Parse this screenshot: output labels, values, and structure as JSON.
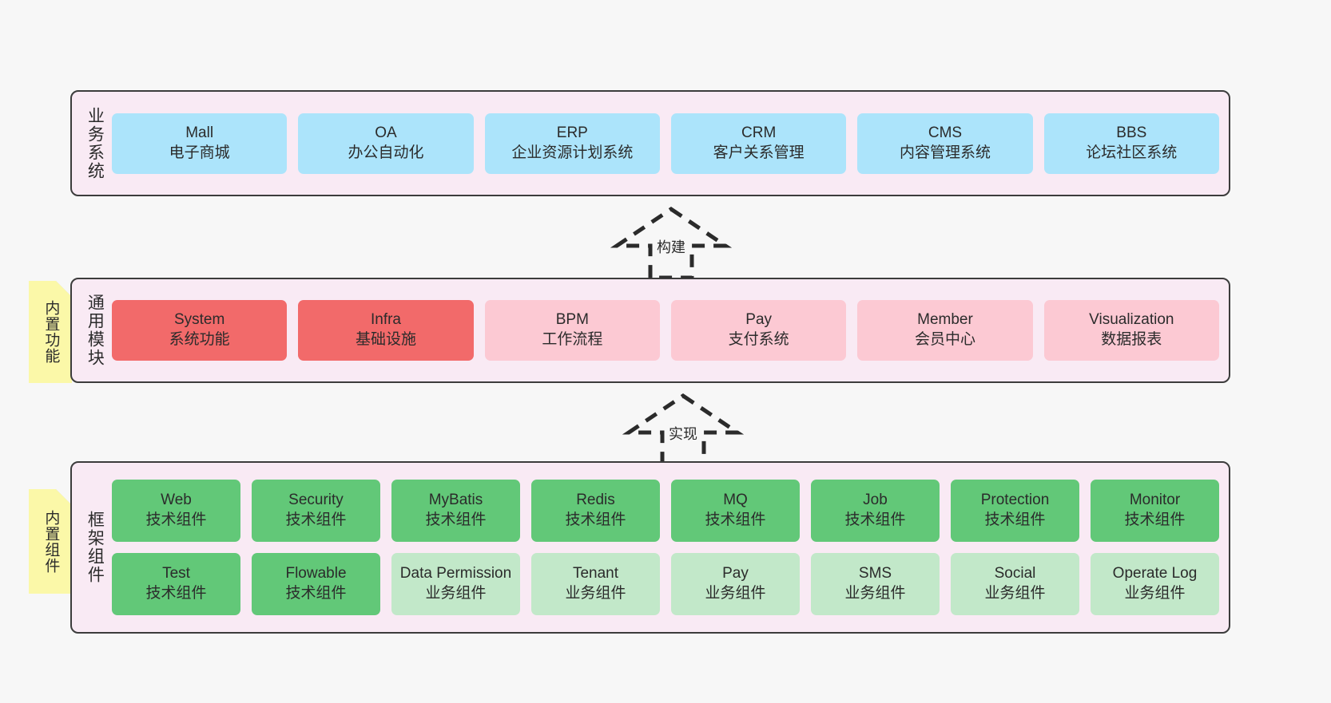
{
  "diagram": {
    "background_color": "#f7f7f7",
    "section_fill": "#f9eaf4",
    "section_border": "#3c3c3c",
    "note_fill": "#fbf8a8"
  },
  "sections": [
    {
      "id": "business",
      "title": "业务系统",
      "card_color": "#ace4fb",
      "cards": [
        {
          "en": "Mall",
          "cn": "电子商城"
        },
        {
          "en": "OA",
          "cn": "办公自动化"
        },
        {
          "en": "ERP",
          "cn": "企业资源计划系统"
        },
        {
          "en": "CRM",
          "cn": "客户关系管理"
        },
        {
          "en": "CMS",
          "cn": "内容管理系统"
        },
        {
          "en": "BBS",
          "cn": "论坛社区系统"
        }
      ]
    },
    {
      "id": "general",
      "title": "通用模块",
      "note": "内置功能",
      "cards": [
        {
          "en": "System",
          "cn": "系统功能",
          "color": "#f26a6a"
        },
        {
          "en": "Infra",
          "cn": "基础设施",
          "color": "#f26a6a"
        },
        {
          "en": "BPM",
          "cn": "工作流程",
          "color": "#fcc9d3"
        },
        {
          "en": "Pay",
          "cn": "支付系统",
          "color": "#fcc9d3"
        },
        {
          "en": "Member",
          "cn": "会员中心",
          "color": "#fcc9d3"
        },
        {
          "en": "Visualization",
          "cn": "数据报表",
          "color": "#fcc9d3"
        }
      ]
    },
    {
      "id": "framework",
      "title": "框架组件",
      "note": "内置组件",
      "rows": [
        [
          {
            "en": "Web",
            "cn": "技术组件",
            "color": "#62c878"
          },
          {
            "en": "Security",
            "cn": "技术组件",
            "color": "#62c878"
          },
          {
            "en": "MyBatis",
            "cn": "技术组件",
            "color": "#62c878"
          },
          {
            "en": "Redis",
            "cn": "技术组件",
            "color": "#62c878"
          },
          {
            "en": "MQ",
            "cn": "技术组件",
            "color": "#62c878"
          },
          {
            "en": "Job",
            "cn": "技术组件",
            "color": "#62c878"
          },
          {
            "en": "Protection",
            "cn": "技术组件",
            "color": "#62c878"
          },
          {
            "en": "Monitor",
            "cn": "技术组件",
            "color": "#62c878"
          }
        ],
        [
          {
            "en": "Test",
            "cn": "技术组件",
            "color": "#62c878"
          },
          {
            "en": "Flowable",
            "cn": "技术组件",
            "color": "#62c878"
          },
          {
            "en": "Data Permission",
            "cn": "业务组件",
            "color": "#c2e8c9"
          },
          {
            "en": "Tenant",
            "cn": "业务组件",
            "color": "#c2e8c9"
          },
          {
            "en": "Pay",
            "cn": "业务组件",
            "color": "#c2e8c9"
          },
          {
            "en": "SMS",
            "cn": "业务组件",
            "color": "#c2e8c9"
          },
          {
            "en": "Social",
            "cn": "业务组件",
            "color": "#c2e8c9"
          },
          {
            "en": "Operate Log",
            "cn": "业务组件",
            "color": "#c2e8c9"
          }
        ]
      ]
    }
  ],
  "arrows": [
    {
      "id": "build",
      "label": "构建",
      "style": "dashed-hollow-up"
    },
    {
      "id": "impl",
      "label": "实现",
      "style": "dashed-hollow-up"
    }
  ]
}
